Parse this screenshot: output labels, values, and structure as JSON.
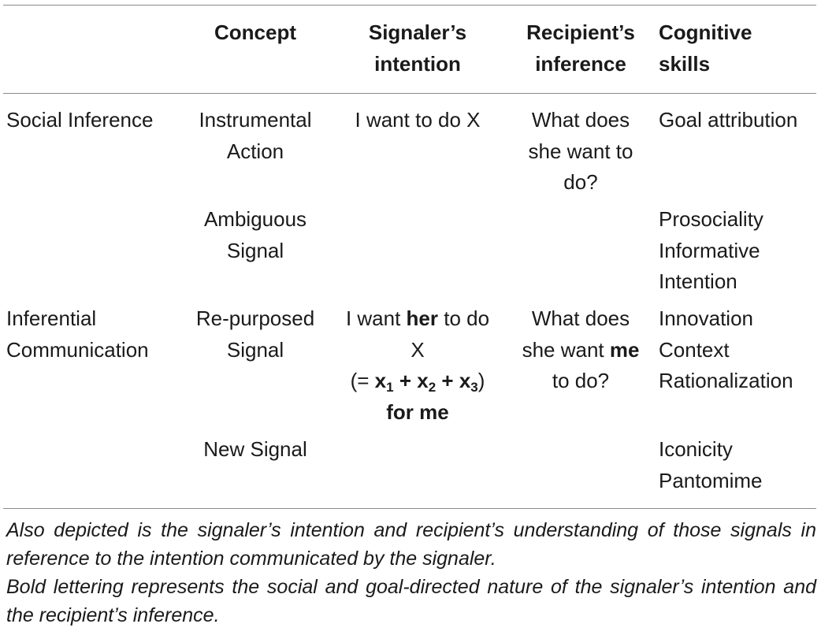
{
  "header": {
    "concept": "Concept",
    "signaler_intention": [
      "Signaler’s",
      "intention"
    ],
    "recipient_inference": [
      "Recipient’s",
      "inference"
    ],
    "cognitive_skills": [
      "Cognitive",
      "skills"
    ]
  },
  "rows": [
    {
      "category": "Social Inference",
      "concept": [
        "Instrumental",
        "Action"
      ],
      "intention": "I want to do X",
      "inference": [
        "What does",
        "she want to",
        "do?"
      ],
      "skills": [
        "Goal attribution"
      ]
    },
    {
      "category": "",
      "concept": [
        "Ambiguous",
        "Signal"
      ],
      "intention": "",
      "inference": [],
      "skills": [
        "Prosociality",
        "Informative",
        "Intention"
      ]
    },
    {
      "category": [
        "Inferential",
        "Communication"
      ],
      "concept": [
        "Re-purposed",
        "Signal"
      ],
      "intention": {
        "pre": "I want ",
        "bold": "her",
        "post": " to do",
        "line2": "X",
        "formula_open": "(= ",
        "x1": "x",
        "s1": "1",
        "plus1": " + ",
        "x2": "x",
        "s2": "2",
        "plus2": " + ",
        "x3": "x",
        "s3": "3",
        "formula_close": ")",
        "line4": "for me"
      },
      "inference": {
        "line1": "What does",
        "line2_pre": "she want ",
        "line2_bold": "me",
        "line3": "to do?"
      },
      "skills": [
        "Innovation",
        "Context",
        "Rationalization"
      ]
    },
    {
      "category": "",
      "concept": [
        "New Signal"
      ],
      "intention": "",
      "inference": [],
      "skills": [
        "Iconicity",
        "Pantomime"
      ]
    }
  ],
  "footnotes": [
    "Also depicted is the signaler’s intention and recipient’s understanding of those signals in reference to the intention communicated by the signaler.",
    "Bold lettering represents the social and goal-directed nature of the signaler’s intention and the recipient’s inference."
  ]
}
